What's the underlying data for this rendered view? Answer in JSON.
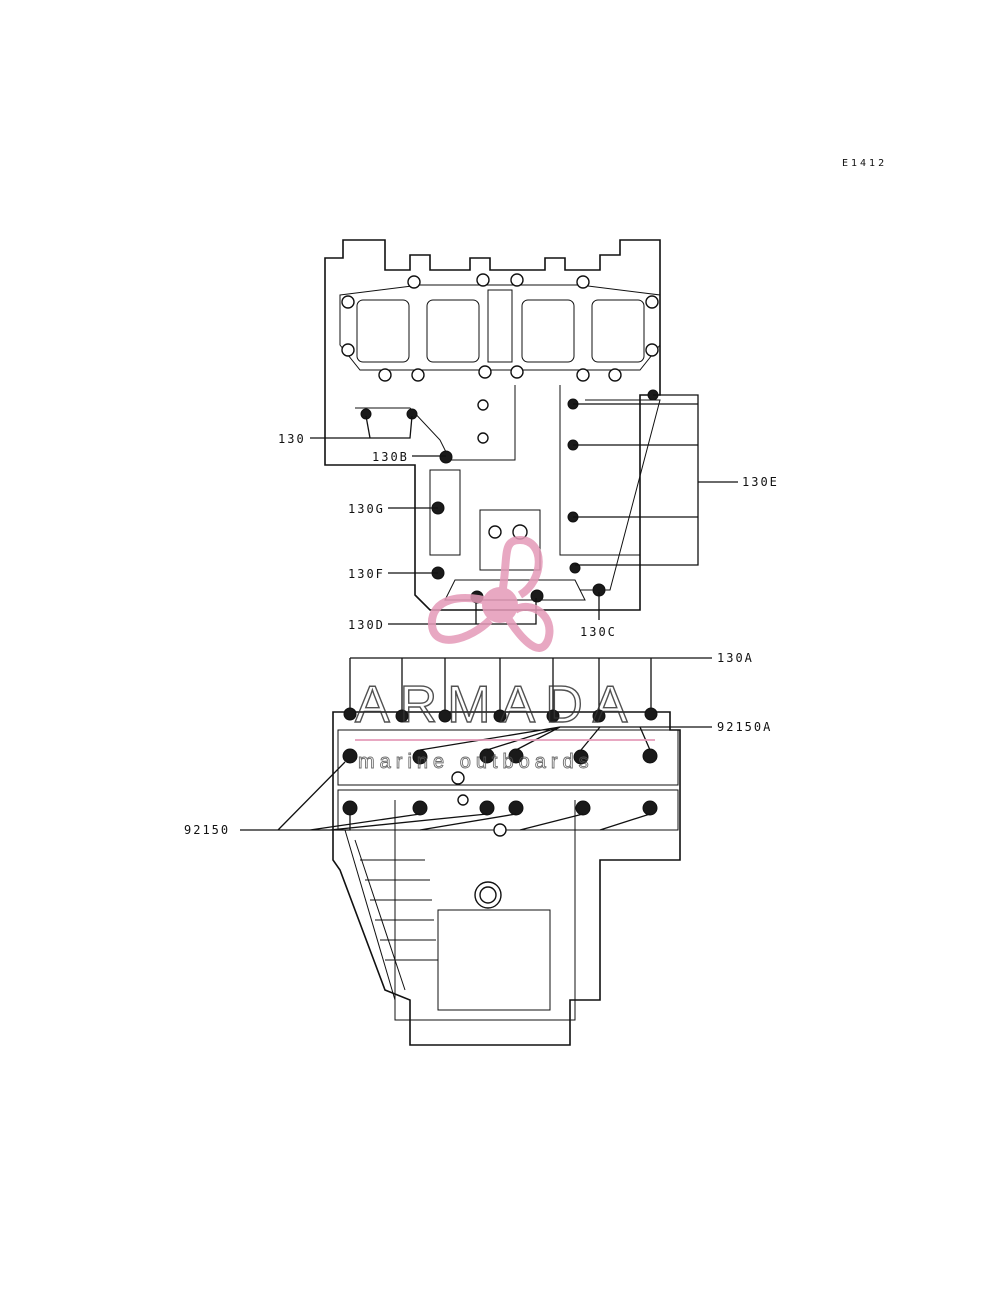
{
  "diagram_code": "E1412",
  "callouts": {
    "c130": "130",
    "c130B": "130B",
    "c130G": "130G",
    "c130F": "130F",
    "c130D": "130D",
    "c130C": "130C",
    "c130E": "130E",
    "c130A": "130A",
    "c92150A": "92150A",
    "c92150": "92150"
  },
  "watermark": {
    "brand": "ARMADA",
    "tagline": "marine outboards",
    "accent_color": "#e59ab8"
  }
}
